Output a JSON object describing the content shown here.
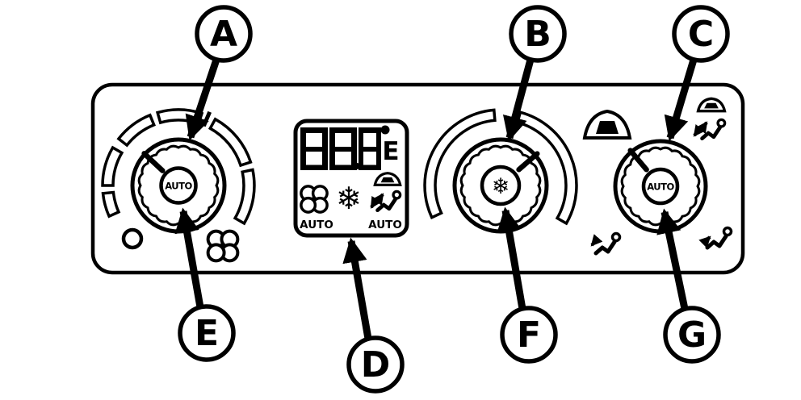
{
  "colors": {
    "ink": "#000000",
    "paper": "#ffffff"
  },
  "callouts": {
    "a": "A",
    "b": "B",
    "c": "C",
    "d": "D",
    "e": "E",
    "f": "F",
    "g": "G"
  },
  "fan_knob": {
    "center_label": "AUTO"
  },
  "temp_knob": {
    "center_glyph": "❄"
  },
  "mode_knob": {
    "center_label": "AUTO"
  },
  "display": {
    "digits": "888",
    "temp_letter": "E",
    "snowflake_glyph": "❄",
    "auto_left": "AUTO",
    "auto_right": "AUTO"
  },
  "icons": {
    "fan": "four-lobe-fan-icon",
    "snowflake": "snowflake-icon",
    "defrost": "windshield-defrost-icon",
    "defog": "windshield-person-airflow-icon",
    "floor": "floor-airflow-icon",
    "vent": "panel-airflow-icon",
    "off": "off-dot-icon"
  }
}
